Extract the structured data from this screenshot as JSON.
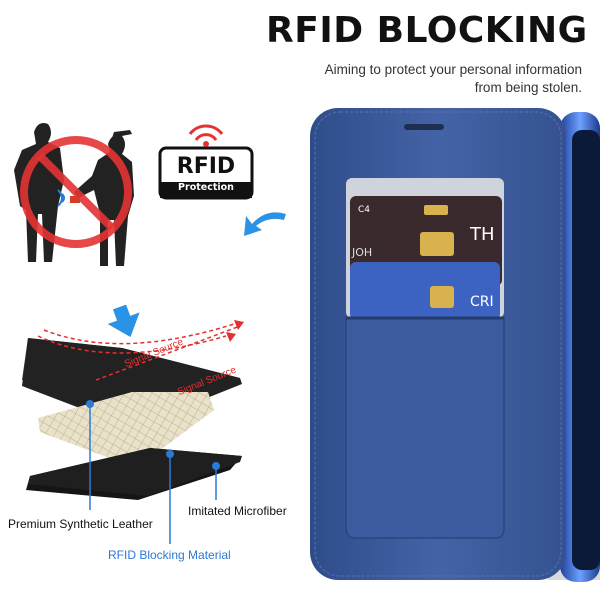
{
  "header": {
    "title": "RFID BLOCKING",
    "subtitle_line1": "Aiming to protect your personal information",
    "subtitle_line2": "from being stolen."
  },
  "badge": {
    "rfid": "RFID",
    "protection": "Protection"
  },
  "layers": {
    "signal_source": "Signal Source",
    "premium_leather": "Premium Synthetic Leather",
    "imitated_microfiber": "Imitated Microfiber",
    "rfid_material": "RFID Blocking Material"
  },
  "colors": {
    "case_blue": "#3b5a9c",
    "accent_blue": "#2a7ad6",
    "signal_red": "#e23030",
    "prohibit_red": "#e53333"
  },
  "icons": [
    "wifi-signal-icon",
    "arrow-icon",
    "no-entry-icon",
    "person-silhouette-icon",
    "card-icon"
  ]
}
